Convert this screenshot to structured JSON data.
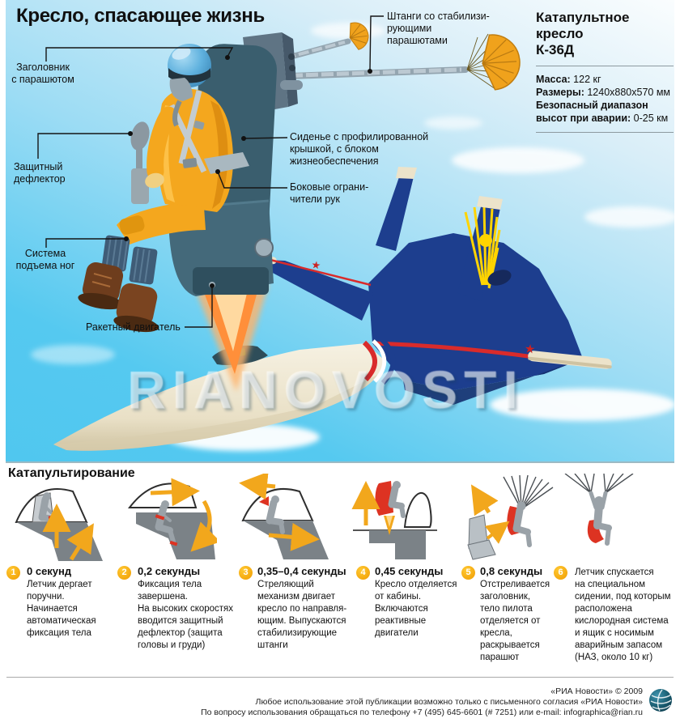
{
  "title": "Кресло, спасающее жизнь",
  "watermark": "RIANOVOSTI",
  "colors": {
    "accent_orange": "#f29c00",
    "sky_top": "#fafdfe",
    "sky_bottom": "#50c7ef",
    "jet_navy": "#1d3e8e",
    "jet_red_trim": "#d92b2b",
    "suit_orange": "#f4a71e",
    "seat_teal": "#3a5e6e",
    "step_red": "#dd3322",
    "arrow_yellow": "#f2a71c"
  },
  "spec_panel": {
    "title": "Катапультное кресло\nК-36Д",
    "specs": [
      {
        "label": "Масса:",
        "value": " 122 кг"
      },
      {
        "label": "Размеры:",
        "value": " 1240х880х570 мм"
      },
      {
        "label": "Безопасный диапазон высот при аварии:",
        "value": " 0-25 км"
      }
    ]
  },
  "part_labels": {
    "headrest": "Заголовник\nс парашютом",
    "deflector": "Защитный\nдефлектор",
    "leg_lift": "Система\nподъема ног",
    "rocket": "Ракетный двигатель",
    "rods": "Штанги со стабилизи-\nрующими\nпарашютами",
    "seat_pan": "Сиденье с профилированной\nкрышкой, с блоком\nжизнеобеспечения",
    "arm_limiters": "Боковые ограни-\nчители рук"
  },
  "ejection": {
    "heading": "Катапультирование",
    "steps": [
      {
        "num": "1",
        "time": "0 секунд",
        "text": "Летчик дергает\nпоручни.\nНачинается\nавтоматическая\nфиксация тела"
      },
      {
        "num": "2",
        "time": "0,2 секунды",
        "text": "Фиксация тела\nзавершена.\nНа высоких скоростях\nвводится защитный\nдефлектор (защита\nголовы и груди)"
      },
      {
        "num": "3",
        "time": "0,35–0,4 секунды",
        "text": "Стреляющий\nмеханизм двигает\nкресло по направля-\nющим. Выпускаются\nстабилизирующие\nштанги"
      },
      {
        "num": "4",
        "time": "0,45 секунды",
        "text": "Кресло отделяется\nот кабины.\nВключаются\nреактивные\nдвигатели"
      },
      {
        "num": "5",
        "time": "0,8 секунды",
        "text": "Отстреливается\nзаголовник,\nтело пилота\nотделяется от\nкресла,\nраскрывается\nпарашют"
      },
      {
        "num": "6",
        "time": "",
        "text": "Летчик спускается\nна специальном\nсидении, под которым\nрасположена\nкислородная система\nи ящик с носимым\nаварийным запасом\n(НАЗ, около 10 кг)"
      }
    ]
  },
  "footer": {
    "line1": "«РИА Новости» © 2009",
    "line2": "Любое использование этой публикации возможно только с письменного согласия «РИА Новости»",
    "line3": "По вопросу использования обращаться по телефону +7 (495) 645-6601 (# 7251) или e-mail: infographica@rian.ru"
  }
}
